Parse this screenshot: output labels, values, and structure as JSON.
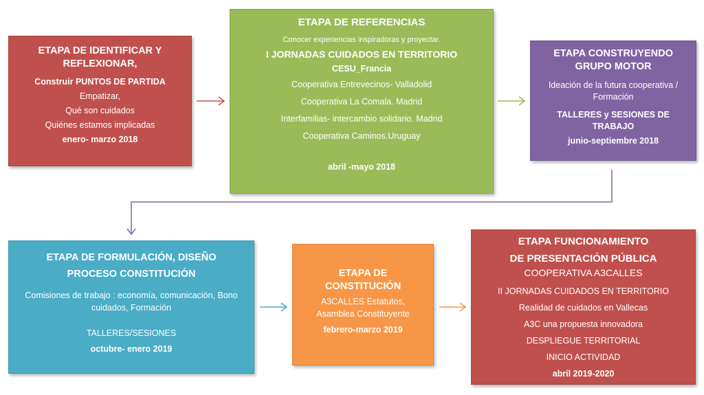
{
  "stage1": {
    "title": "ETAPA DE IDENTIFICAR Y REFLEXIONAR,",
    "lines": [
      "Construir PUNTOS DE PARTIDA",
      "Empatizar,",
      "Qué son cuidados",
      "Quiénes estamos implicadas",
      "enero- marzo 2018"
    ]
  },
  "stage2": {
    "title": "ETAPA DE REFERENCIAS",
    "lines": [
      "Conocer experiencias inspiradoras  y proyectar.",
      "I JORNADAS CUIDADOS EN TERRITORIO",
      "CESU_Francia",
      "Cooperativa Entrevecinos- Valladolid",
      "Cooperativa La Comala. Madrid",
      "Interfamilias- intercambio solidario. Madrid",
      "Cooperativa Caminos.Uruguay",
      "abril -mayo 2018"
    ]
  },
  "stage3": {
    "title": "ETAPA CONSTRUYENDO GRUPO MOTOR",
    "lines": [
      "Ideación de la futura cooperativa / Formación",
      "TALLERES  y SESIONES DE TRABAJO",
      "junio-septiembre 2018"
    ]
  },
  "stage4": {
    "title": "ETAPA DE FORMULACIÓN, DISEÑO",
    "subtitle": "PROCESO CONSTITUCIÓN",
    "lines": [
      "Comisiones de trabajo : economía, comunicación, Bono cuidados, Formación",
      "TALLERES/SESIONES",
      "octubre- enero  2019"
    ]
  },
  "stage5": {
    "title": "ETAPA DE CONSTITUCIÓN",
    "lines": [
      "A3CALLES Estatutos, Asamblea Constituyente",
      "febrero-marzo 2019"
    ]
  },
  "stage6": {
    "title": "ETAPA  FUNCIONAMIENTO",
    "subtitle": "DE PRESENTACIÓN PÚBLICA",
    "lines": [
      "COOPERATIVA A3CALLES",
      "II JORNADAS  CUIDADOS EN TERRITORIO",
      "Realidad de cuidados en Vallecas",
      "A3C una propuesta innovadora",
      "DESPLIEGUE TERRITORIAL",
      "INICIO ACTIVIDAD",
      "abril 2019-2020"
    ]
  },
  "colors": {
    "red": "#c0504d",
    "green": "#9bbb59",
    "purple": "#8064a2",
    "blue": "#4bacc6",
    "orange": "#f79646"
  }
}
